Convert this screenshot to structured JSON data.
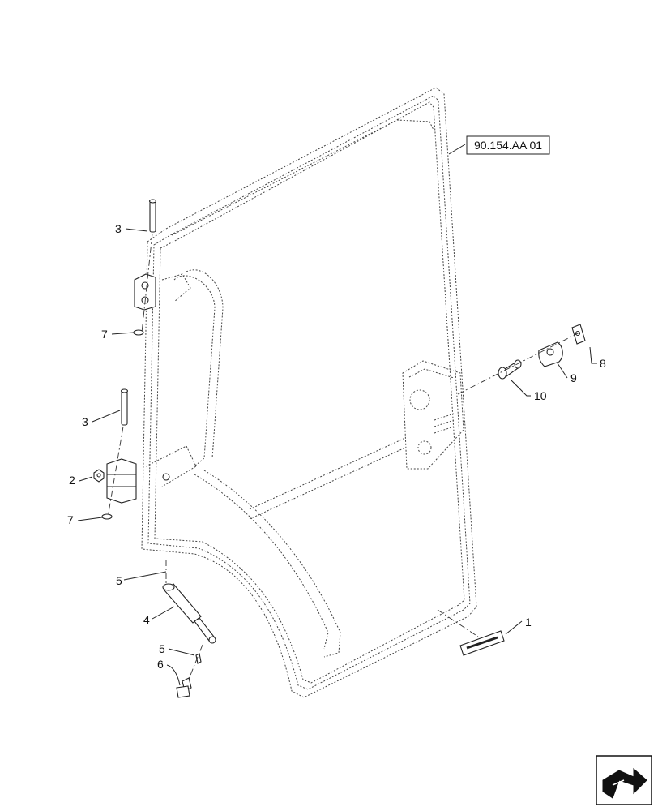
{
  "reference_label": "90.154.AA 01",
  "callouts": [
    {
      "id": "c1",
      "text": "1"
    },
    {
      "id": "c2",
      "text": "2"
    },
    {
      "id": "c3a",
      "text": "3"
    },
    {
      "id": "c3b",
      "text": "3"
    },
    {
      "id": "c4",
      "text": "4"
    },
    {
      "id": "c5a",
      "text": "5"
    },
    {
      "id": "c5b",
      "text": "5"
    },
    {
      "id": "c6",
      "text": "6"
    },
    {
      "id": "c7a",
      "text": "7"
    },
    {
      "id": "c7b",
      "text": "7"
    },
    {
      "id": "c8",
      "text": "8"
    },
    {
      "id": "c9",
      "text": "9"
    },
    {
      "id": "c10",
      "text": "10"
    }
  ],
  "nav_icon": "next-page-arrow-icon"
}
